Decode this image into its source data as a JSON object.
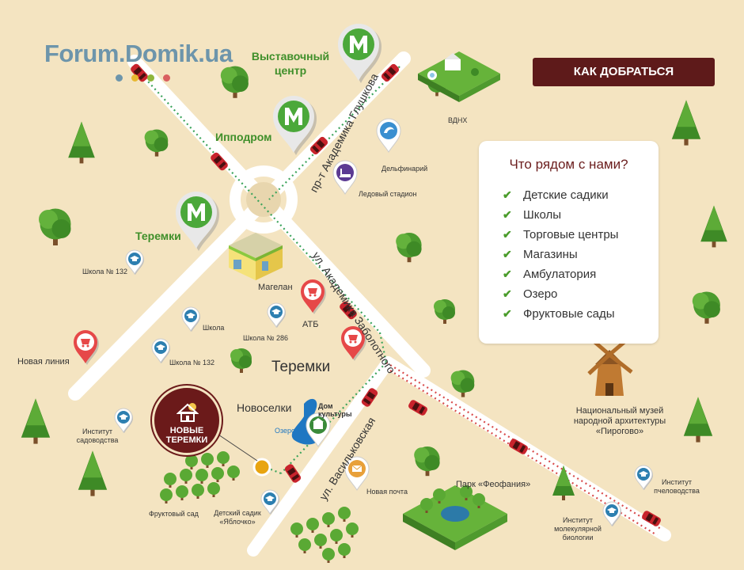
{
  "logo": {
    "text": "Forum.Domik.ua",
    "dot_colors": [
      "#6d95ab",
      "#e8b830",
      "#8fb63a",
      "#d95f5f"
    ]
  },
  "cta_button": {
    "label": "КАК ДОБРАТЬСЯ"
  },
  "nearby_panel": {
    "title": "Что рядом с нами?",
    "items": [
      "Детские садики",
      "Школы",
      "Торговые центры",
      "Магазины",
      "Амбулатория",
      "Озеро",
      "Фруктовые сады"
    ]
  },
  "metro": {
    "vystavochny": "Выставочный центр",
    "ippodrom": "Ипподром",
    "teremki": "Теремки"
  },
  "streets": {
    "glushkova": "пр-т Академика Глушкова",
    "zabolotnogo": "ул. Академика Заболотного",
    "vasilkovskaya": "ул. Васильковская"
  },
  "places": {
    "vdnh": "ВДНХ",
    "dolphinarium": "Дельфинарий",
    "ice_stadium": "Ледовый стадион",
    "school132_top": "Школа № 132",
    "magelan": "Магелан",
    "atb": "АТБ",
    "school": "Школа",
    "school286": "Школа № 286",
    "novaya_liniya": "Новая линия",
    "school132_bottom": "Школа № 132",
    "teremki_area": "Теремки",
    "novoselki": "Новоселки",
    "dom_kultury": "Дом культуры",
    "ozero": "Озеро",
    "institut_sadovodstva": "Институт садоводства",
    "fruit_garden": "Фруктовый сад",
    "kindergarten": "Детский садик «Яблочко»",
    "novaya_pochta": "Новая почта",
    "park": "Парк «Феофания»",
    "museum": "Национальный музей народной архитектуры «Пирогово»",
    "institut_pchelovodstva": "Институт пчеловодства",
    "institut_biologii": "Институт молекулярной биологии"
  },
  "badge": {
    "line1": "НОВЫЕ",
    "line2": "ТЕРЕМКИ"
  },
  "colors": {
    "road": "#ffffff",
    "route": "#3aa35a",
    "route_red": "#d84c4c",
    "metro": "#4ba83a",
    "marker": "#e64848",
    "school": "#2d7fb0",
    "car": "#c8232c",
    "tree": "#4c9a2e",
    "brand": "#5e1a1a"
  }
}
